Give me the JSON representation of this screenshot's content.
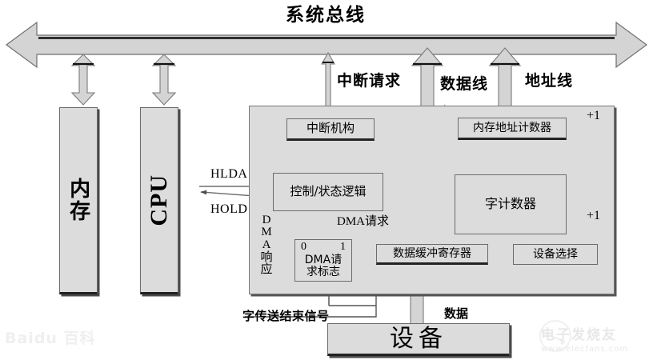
{
  "diagram": {
    "title": "系统总线",
    "bus_label": "系统总线",
    "blocks": {
      "memory": "内存",
      "cpu": "CPU",
      "interrupt_mechanism": "中断机构",
      "control_status_logic": "控制/状态逻辑",
      "dma_request_flag_zero": "0",
      "dma_request_flag_one": "1",
      "dma_request_flag_label_line1": "DMA请",
      "dma_request_flag_label_line2": "求标志",
      "memory_address_counter": "内存地址计数器",
      "word_counter": "字计数器",
      "data_buffer_register": "数据缓冲寄存器",
      "device_select": "设备选择",
      "device": "设备"
    },
    "signal_labels": {
      "interrupt_request": "中断请求",
      "data_line": "数据线",
      "address_line": "地址线",
      "hlda": "HLDA",
      "hold": "HOLD",
      "dma_request": "DMA请求",
      "dma_response_chars": [
        "D",
        "M",
        "A",
        "响",
        "应"
      ],
      "word_transfer_end": "字传送结束信号",
      "data": "数据",
      "increment_address": "+1",
      "increment_word": "+1"
    },
    "watermarks": {
      "baidu": "Baidu 百科",
      "elecfans_name": "电子发烧友",
      "elecfans_url": "www.elecfans.com"
    },
    "colors": {
      "box_fill": "#dcdcdc",
      "box_stroke": "#6b6b6b",
      "arrow_fill": "#d4d4d4",
      "arrow_stroke": "#7a7a7a",
      "line": "#555555",
      "background": "#ffffff"
    }
  }
}
